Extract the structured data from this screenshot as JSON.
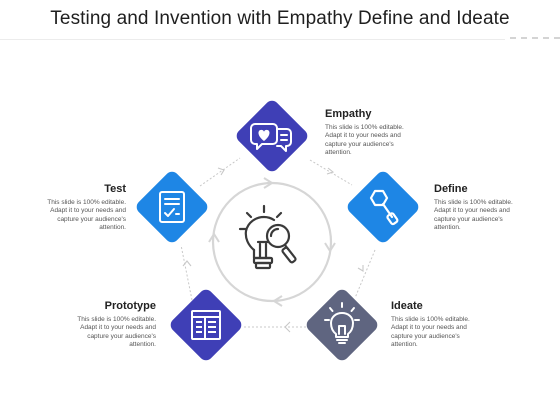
{
  "title": "Testing and Invention with Empathy Define and Ideate",
  "colors": {
    "blue_dark": "#3f3fb6",
    "blue_bright": "#1e86e5",
    "slate": "#5f6580",
    "connector": "#c8c8c8",
    "ring": "#d6d6d6",
    "center_icon": "#3a3a3a"
  },
  "center": {
    "icon": "lightbulb-magnifier-icon"
  },
  "steps": [
    {
      "id": "empathy",
      "label": "Empathy",
      "icon": "chat-heart-icon",
      "color": "#3f3fb6",
      "description": "This slide is 100% editable. Adapt it to your needs and capture your audience's attention."
    },
    {
      "id": "define",
      "label": "Define",
      "icon": "magnifier-icon",
      "color": "#1e86e5",
      "description": "This slide is 100% editable. Adapt it to your needs and capture your audience's attention."
    },
    {
      "id": "ideate",
      "label": "Ideate",
      "icon": "lightbulb-icon",
      "color": "#5f6580",
      "description": "This slide is 100% editable. Adapt it to your needs and capture your audience's attention."
    },
    {
      "id": "prototype",
      "label": "Prototype",
      "icon": "layout-icon",
      "color": "#3f3fb6",
      "description": "This slide is 100% editable. Adapt it to your needs and capture your audience's attention."
    },
    {
      "id": "test",
      "label": "Test",
      "icon": "checklist-icon",
      "color": "#1e86e5",
      "description": "This slide is 100% editable. Adapt it to your needs and capture your audience's attention."
    }
  ]
}
